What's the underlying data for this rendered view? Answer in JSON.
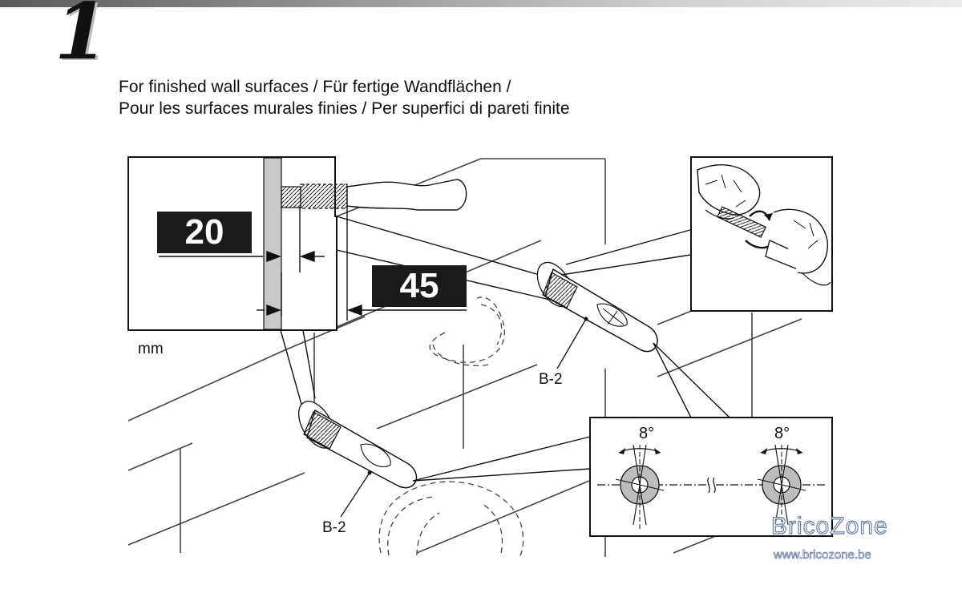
{
  "step": {
    "number": "1"
  },
  "title": {
    "line1": "For finished wall surfaces / Für fertige Wandflächen /",
    "line2": "Pour les surfaces murales finies / Per superfici di pareti finite"
  },
  "detail_dimensions": {
    "depth_a": "20",
    "depth_b": "45",
    "unit": "mm"
  },
  "anchor_labels": {
    "upper": "B-2",
    "lower": "B-2"
  },
  "angle_labels": {
    "left": "8°",
    "right": "8°"
  },
  "watermark": {
    "name": "BricoZone",
    "url": "www.bricozone.be",
    "color": "#6a7fa8"
  }
}
